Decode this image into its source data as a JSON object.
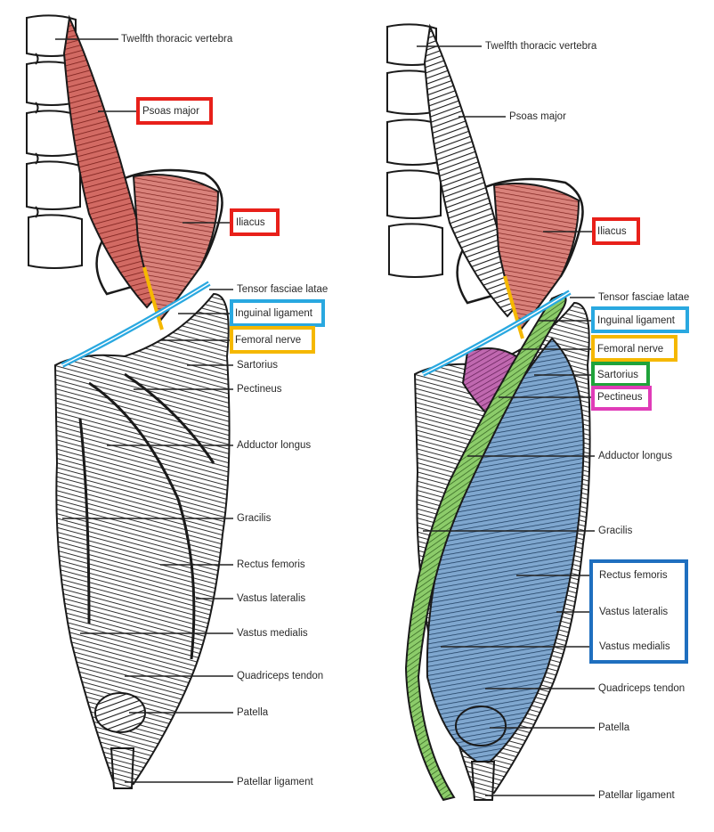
{
  "colors": {
    "psoas": "#c0504d",
    "iliacus": "#d9534f",
    "inguinal": "#29a8e0",
    "femoral": "#f5b800",
    "sartorius": "#1fa33a",
    "pectineus": "#e03cb8",
    "quadriceps": "#1f6fbf",
    "muscle_fill_red": "#d98b86",
    "muscle_fill_blue": "#8fb3d6",
    "muscle_fill_green": "#9fd07f",
    "muscle_fill_magenta": "#c76fb6",
    "ink": "#222222"
  },
  "left": {
    "labels": [
      {
        "key": "twelfth",
        "text": "Twelfth thoracic vertebra"
      },
      {
        "key": "psoas",
        "text": "Psoas major"
      },
      {
        "key": "iliacus",
        "text": "Iliacus"
      },
      {
        "key": "tensor",
        "text": "Tensor fasciae latae"
      },
      {
        "key": "inguinal",
        "text": "Inguinal ligament"
      },
      {
        "key": "femoral",
        "text": "Femoral nerve"
      },
      {
        "key": "sartorius",
        "text": "Sartorius"
      },
      {
        "key": "pectineus",
        "text": "Pectineus"
      },
      {
        "key": "adductor",
        "text": "Adductor longus"
      },
      {
        "key": "gracilis",
        "text": "Gracilis"
      },
      {
        "key": "rectus",
        "text": "Rectus femoris"
      },
      {
        "key": "vlat",
        "text": "Vastus lateralis"
      },
      {
        "key": "vmed",
        "text": "Vastus medialis"
      },
      {
        "key": "quadtendon",
        "text": "Quadriceps tendon"
      },
      {
        "key": "patella",
        "text": "Patella"
      },
      {
        "key": "patlig",
        "text": "Patellar ligament"
      }
    ]
  },
  "right": {
    "labels": [
      {
        "key": "twelfth",
        "text": "Twelfth thoracic vertebra"
      },
      {
        "key": "psoas",
        "text": "Psoas major"
      },
      {
        "key": "iliacus",
        "text": "Iliacus"
      },
      {
        "key": "tensor",
        "text": "Tensor fasciae latae"
      },
      {
        "key": "inguinal",
        "text": "Inguinal ligament"
      },
      {
        "key": "femoral",
        "text": "Femoral nerve"
      },
      {
        "key": "sartorius",
        "text": "Sartorius"
      },
      {
        "key": "pectineus",
        "text": "Pectineus"
      },
      {
        "key": "adductor",
        "text": "Adductor longus"
      },
      {
        "key": "gracilis",
        "text": "Gracilis"
      },
      {
        "key": "rectus",
        "text": "Rectus femoris"
      },
      {
        "key": "vlat",
        "text": "Vastus lateralis"
      },
      {
        "key": "vmed",
        "text": "Vastus medialis"
      },
      {
        "key": "quadtendon",
        "text": "Quadriceps tendon"
      },
      {
        "key": "patella",
        "text": "Patella"
      },
      {
        "key": "patlig",
        "text": "Patellar ligament"
      }
    ]
  }
}
